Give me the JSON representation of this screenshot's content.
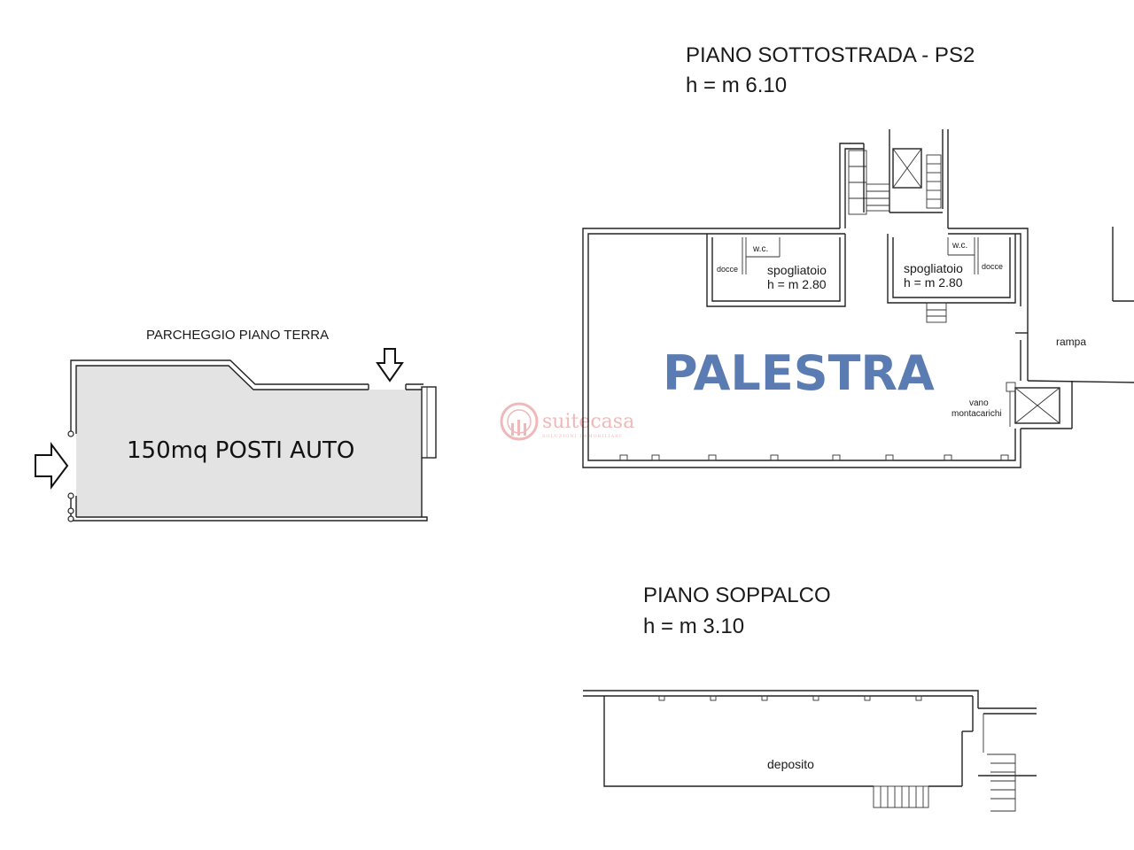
{
  "floors": {
    "basement": {
      "title": "PIANO SOTTOSTRADA - PS2",
      "height": "h = m 6.10",
      "main_room": "PALESTRA",
      "rooms": {
        "wc_left": "w.c.",
        "docce_left": "docce",
        "spogliatoio_left": "spogliatoio",
        "spogliatoio_left_h": "h = m 2.80",
        "wc_right": "w.c.",
        "docce_right": "docce",
        "spogliatoio_right": "spogliatoio",
        "spogliatoio_right_h": "h = m 2.80",
        "rampa": "rampa",
        "vano_1": "vano",
        "vano_2": "montacarichi"
      }
    },
    "mezzanine": {
      "title": "PIANO SOPPALCO",
      "height": "h = m 3.10",
      "room": "deposito"
    },
    "ground_parking": {
      "title": "PARCHEGGIO PIANO TERRA",
      "label": "150mq  POSTI AUTO",
      "fill_color": "#e3e3e3"
    }
  },
  "watermark": {
    "brand": "suitecasa",
    "tagline": "SOLUZIONI IMMOBILIARI",
    "color": "#f0b8b8"
  },
  "icons": {
    "entry_arrow_left": "arrow-right-icon",
    "entry_arrow_top": "arrow-down-icon"
  }
}
